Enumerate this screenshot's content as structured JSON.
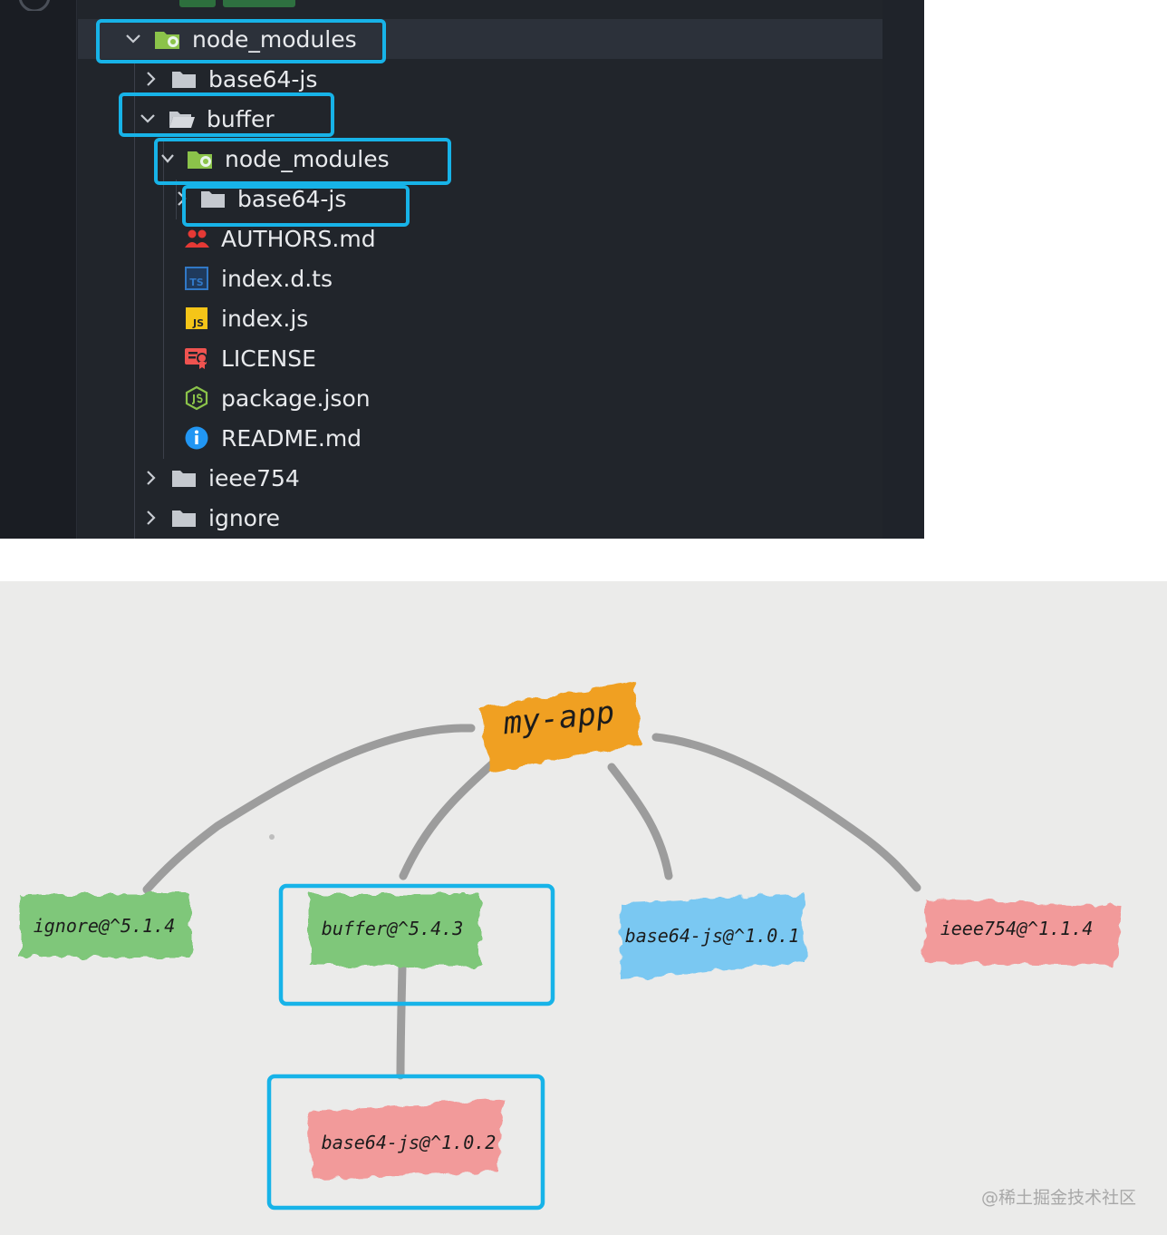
{
  "explorer": {
    "rows": [
      {
        "label": "node_modules"
      },
      {
        "label": "base64-js"
      },
      {
        "label": "buffer"
      },
      {
        "label": "node_modules"
      },
      {
        "label": "base64-js"
      },
      {
        "label": "AUTHORS.md"
      },
      {
        "label": "index.d.ts"
      },
      {
        "label": "index.js"
      },
      {
        "label": "LICENSE"
      },
      {
        "label": "package.json"
      },
      {
        "label": "README.md"
      },
      {
        "label": "ieee754"
      },
      {
        "label": "ignore"
      }
    ],
    "icons": {
      "ts": "TS",
      "js": "JS"
    },
    "colors": {
      "background": "#21252b",
      "highlight": "#17b3e8",
      "folder": "#c5c9cf",
      "node_modules_folder": "#8bc34a",
      "authors": "#e53935",
      "ts": "#3178c6",
      "js": "#f5c518",
      "license": "#ef5350",
      "package_json": "#8bc34a",
      "readme": "#2196f3"
    }
  },
  "diagram": {
    "nodes": [
      {
        "id": "root",
        "label": "my-app",
        "color": "#f0a020"
      },
      {
        "id": "ignore",
        "label": "ignore@^5.1.4",
        "color": "#7fc77a"
      },
      {
        "id": "buffer",
        "label": "buffer@^5.4.3",
        "color": "#7fc77a"
      },
      {
        "id": "base64-top",
        "label": "base64-js@^1.0.1",
        "color": "#7ac8f2"
      },
      {
        "id": "ieee754",
        "label": "ieee754@^1.1.4",
        "color": "#f29a9a"
      },
      {
        "id": "base64-nested",
        "label": "base64-js@^1.0.2",
        "color": "#f29a9a"
      }
    ],
    "edges": [
      [
        "root",
        "ignore"
      ],
      [
        "root",
        "buffer"
      ],
      [
        "root",
        "base64-top"
      ],
      [
        "root",
        "ieee754"
      ],
      [
        "buffer",
        "base64-nested"
      ]
    ],
    "watermark": "@稀土掘金技术社区"
  }
}
